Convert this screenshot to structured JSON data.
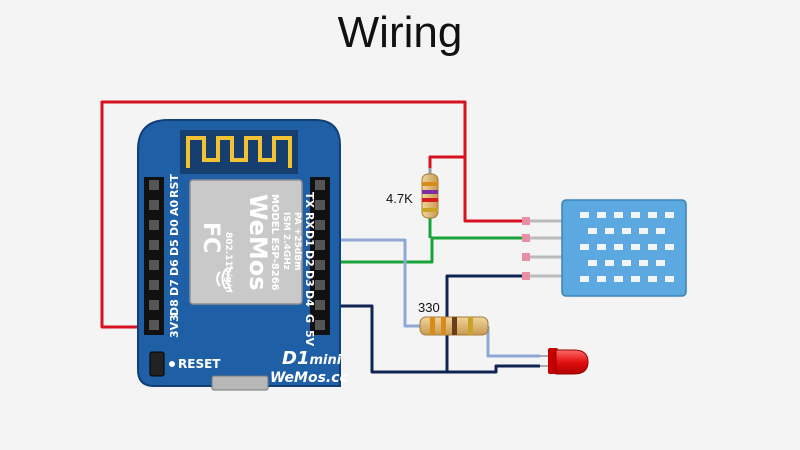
{
  "title": "Wiring",
  "board": {
    "name_main": "D1",
    "name_sub": "mini",
    "brand": "WeMos.cc",
    "reset_label": "RESET",
    "pins_left": [
      "RST",
      "A0",
      "D0",
      "D5",
      "D6",
      "D7",
      "D8",
      "3V3"
    ],
    "pins_right": [
      "TX",
      "RX",
      "D1",
      "D2",
      "D3",
      "D4",
      "G",
      "5V"
    ]
  },
  "module": {
    "logo": "FC",
    "brand": "WeMos",
    "model_line": "MODEL  ESP-8266",
    "ism_line": "ISM 2.4GHz",
    "pa_line": "PA +25dBm",
    "std_line": "802.11b/g/n"
  },
  "components": {
    "pullup_resistor_label": "4.7K",
    "led_resistor_label": "330"
  },
  "colors": {
    "power_wire": "#d6121e",
    "data_wire": "#17a337",
    "led_wire": "#8ea7d4",
    "ground_wire": "#0e2452",
    "board": "#1f5fa6",
    "sensor": "#5ba9e0",
    "led": "#e31010"
  }
}
